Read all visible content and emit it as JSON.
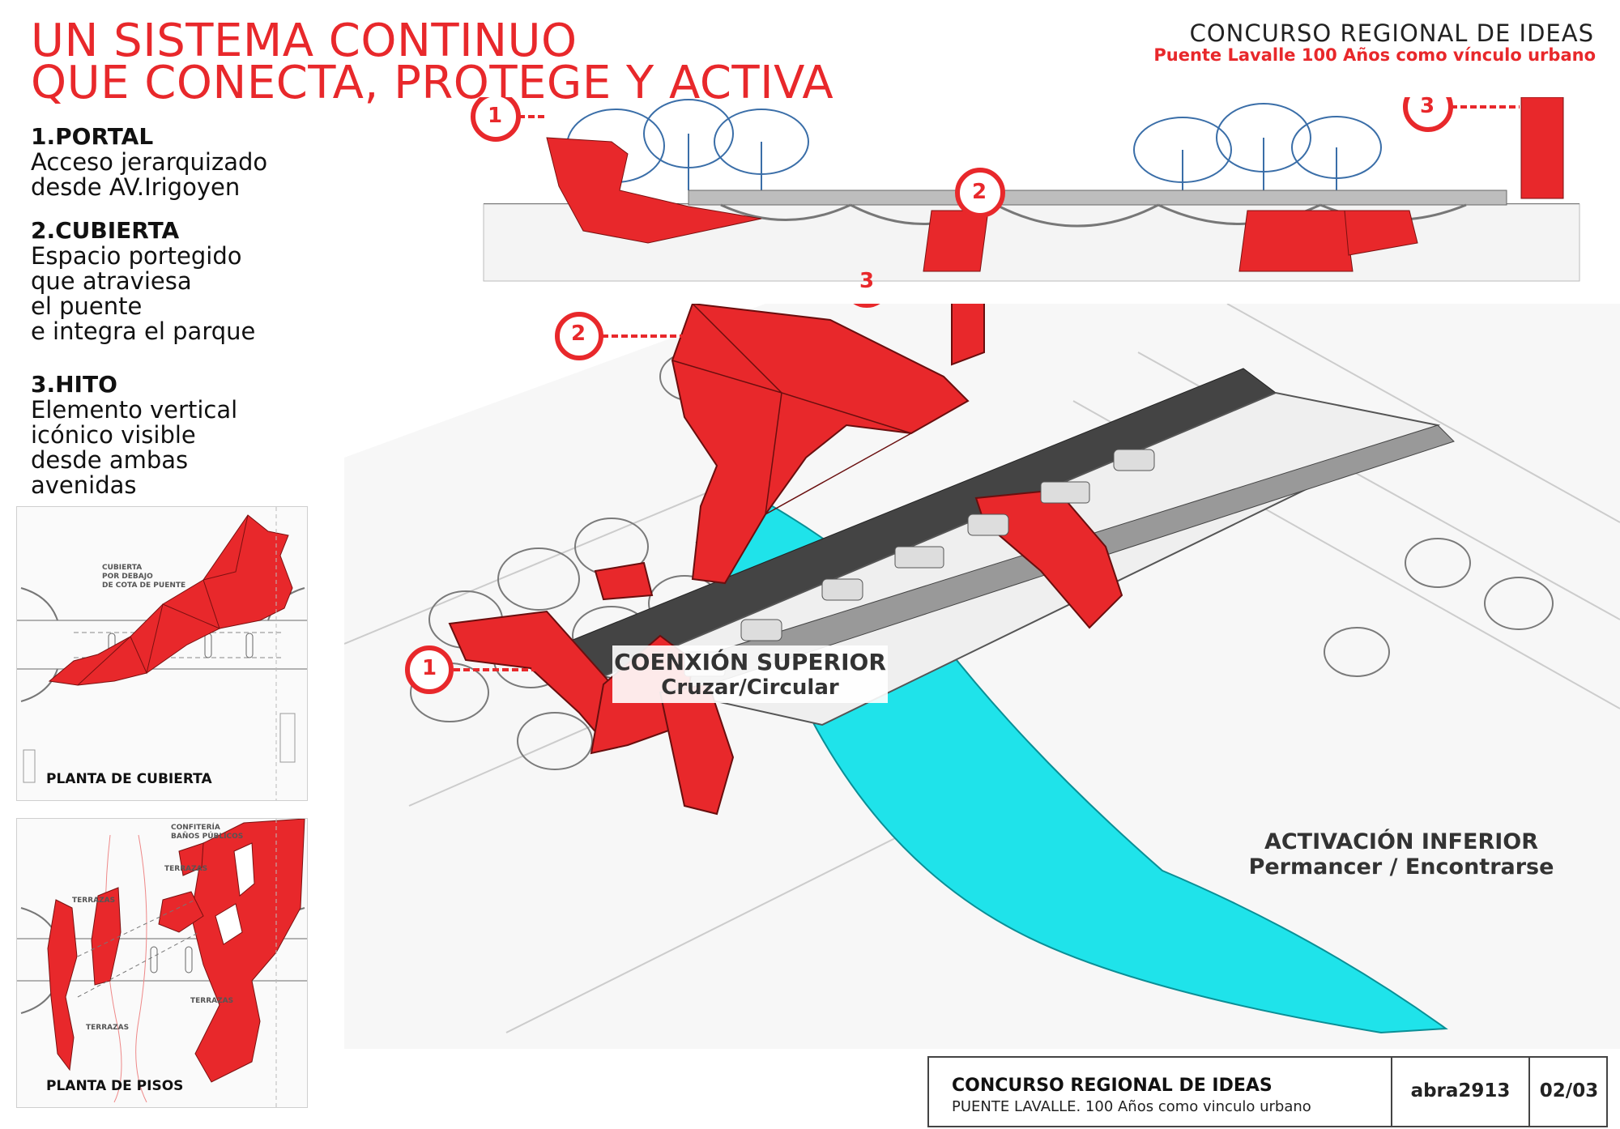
{
  "title": {
    "line1": "UN SISTEMA CONTINUO",
    "line2": "QUE CONECTA, PROTEGE Y ACTIVA"
  },
  "top_right": {
    "line1": "CONCURSO REGIONAL  DE IDEAS",
    "line2": "Puente Lavalle 100 Años como  vínculo urbano"
  },
  "sections": [
    {
      "heading": "1.PORTAL",
      "text": "Acceso jerarquizado\ndesde AV.Irigoyen"
    },
    {
      "heading": "2.CUBIERTA",
      "text": "Espacio portegido\nque atraviesa\nel puente\ne integra el parque"
    },
    {
      "heading": "3.HITO",
      "text": "Elemento vertical\nicónico visible\ndesde ambas\navenidas"
    }
  ],
  "plan_roof": {
    "label": "PLANTA DE CUBIERTA",
    "note": "CUBIERTA\nPOR DEBAJO\nDE COTA DE PUENTE"
  },
  "plan_floors": {
    "label": "PLANTA DE PISOS",
    "notes": [
      "CONFITERÍA\nBAÑOS PÚBLICOS",
      "TERRAZAS",
      "TERRAZAS",
      "TERRAZAS",
      "TERRAZAS"
    ]
  },
  "markers": [
    "1",
    "2",
    "3"
  ],
  "label_superior": {
    "line1": "COENXIÓN SUPERIOR",
    "line2": "Cruzar/Circular"
  },
  "label_inferior": {
    "line1": "ACTIVACIÓN INFERIOR",
    "line2": "Permancer / Encontrarse"
  },
  "footer": {
    "title": "CONCURSO REGIONAL DE IDEAS",
    "subtitle": "PUENTE LAVALLE. 100 Años como vinculo urbano",
    "code": "abra2913",
    "page": "02/03"
  },
  "colors": {
    "accent": "#e8282b",
    "water": "#1fe3ea",
    "ink": "#222222"
  }
}
